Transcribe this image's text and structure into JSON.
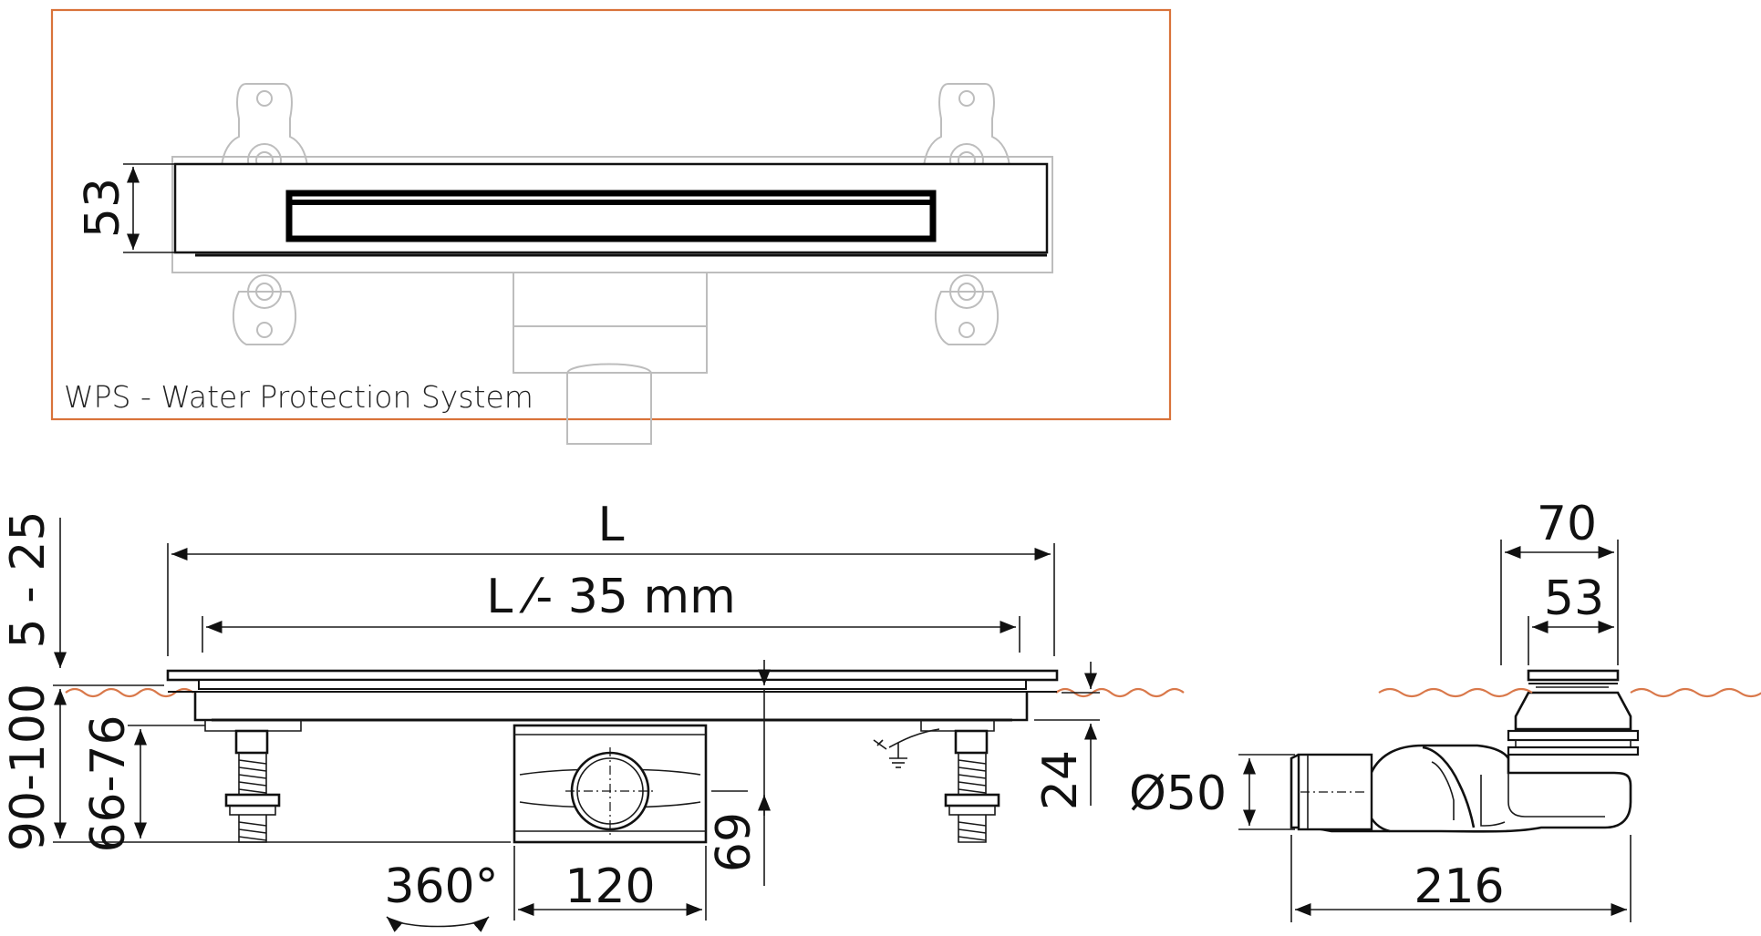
{
  "top_view": {
    "caption": "WPS - Water Protection System",
    "height_dim": "53",
    "frame_color": "#d9733a"
  },
  "front_view": {
    "length_total": "L",
    "length_grate": "L ⁄- 35 mm",
    "adjust_top": "5 - 25",
    "height_total": "90-100",
    "height_feet": "66-76",
    "height_outlet": "69",
    "depth_channel": "24",
    "outlet_width": "120",
    "rotation": "360°"
  },
  "side_view": {
    "width_total": "70",
    "width_inner": "53",
    "pipe_diameter": "Ø50",
    "length_trap": "216"
  },
  "colors": {
    "water_line": "#d9784a",
    "ghost_line": "#bdbdbd",
    "line": "#111111"
  }
}
